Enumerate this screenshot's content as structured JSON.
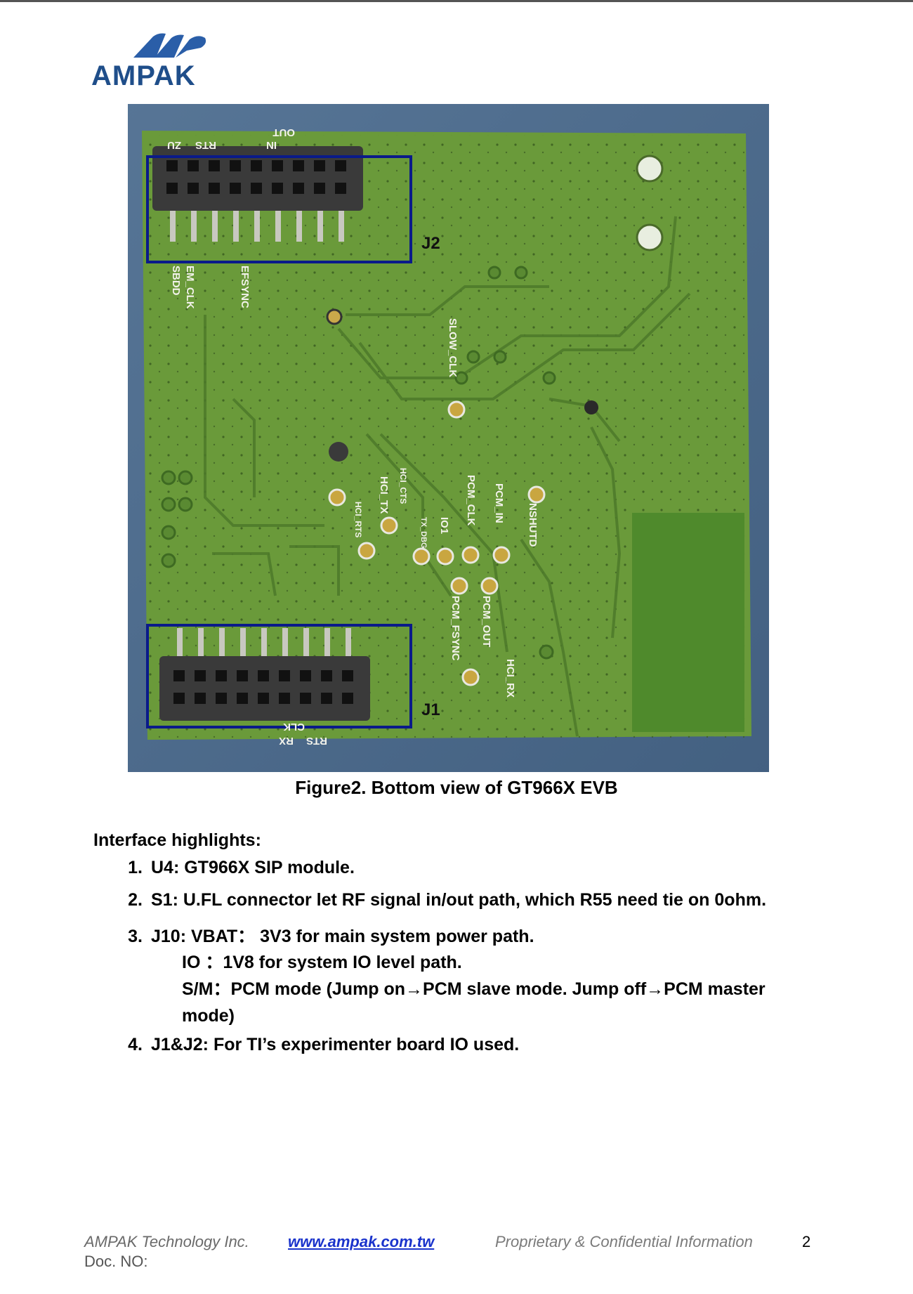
{
  "header": {
    "logo_text": "AMPAK"
  },
  "figure": {
    "caption": "Figure2. Bottom view of GT966X EVB",
    "board_labels": {
      "j2": "J2",
      "j1": "J1",
      "slow_clk": "SLOW_CLK",
      "nshutd": "NSHUTD",
      "pcm_in": "PCM_IN",
      "pcm_clk": "PCM_CLK",
      "io1": "IO1",
      "tx_dbg": "TX_DBG",
      "hci_cts": "HCI_CTS",
      "hci_tx": "HCI_TX",
      "hci_rts": "HCI_RTS",
      "pcm_out": "PCM_OUT",
      "pcm_fsync": "PCM_FSYNC",
      "hci_rx": "HCI_RX",
      "top_out": "OUT",
      "top_in": "IN",
      "top_rts": "RTS",
      "top_zu": "ZU",
      "left_clk": "EM_CLK",
      "left_sbdd": "SBDD",
      "left_sync": "EFSYNC",
      "bottom_clk": "CLK",
      "bottom_rx": "RX",
      "bottom_rts": "RTS"
    },
    "colors": {
      "background": "#4e6a8c",
      "pcb": "#6a9a3a",
      "frame": "#0a1a8a"
    }
  },
  "content": {
    "section_title": "Interface highlights:",
    "items": [
      {
        "num": "1.",
        "text": "U4: GT966X SIP module."
      },
      {
        "num": "2.",
        "text": "S1: U.FL connector let RF signal in/out path, which R55 need tie on 0ohm."
      },
      {
        "num": "3.",
        "text": "J10: VBAT： 3V3 for main system power path."
      },
      {
        "num": "4.",
        "text": "J1&J2: For TI’s experimenter board IO used."
      }
    ],
    "item3_sub": {
      "line1": "IO ：1V8 for system IO level path.",
      "line2": "S/M：PCM mode (Jump on→PCM slave mode. Jump off→PCM master",
      "line3": "mode)"
    }
  },
  "footer": {
    "company": "AMPAK Technology Inc.",
    "url": "www.ampak.com.tw",
    "proprietary": "Proprietary & Confidential Information",
    "page": "2",
    "doc_no": "Doc. NO:"
  }
}
